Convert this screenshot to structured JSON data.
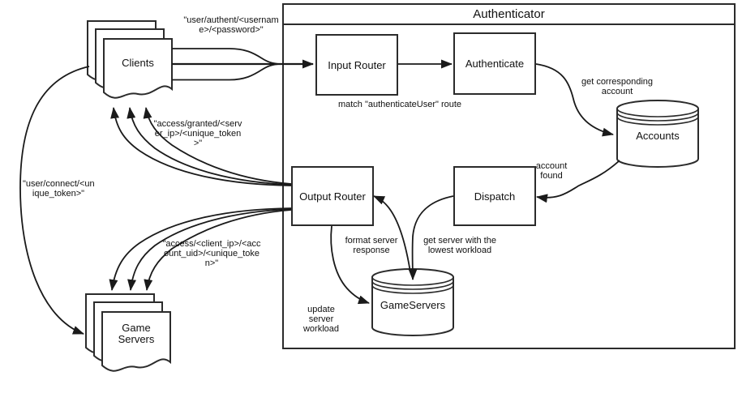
{
  "title": "Authenticator",
  "nodes": {
    "clients": {
      "label": "Clients"
    },
    "game_servers": {
      "lines": [
        "Game",
        "Servers"
      ]
    },
    "input_router": {
      "label": "Input Router"
    },
    "authenticate": {
      "label": "Authenticate"
    },
    "accounts": {
      "label": "Accounts"
    },
    "output_router": {
      "label": "Output Router"
    },
    "dispatch": {
      "label": "Dispatch"
    },
    "gameservers_db": {
      "label": "GameServers"
    }
  },
  "edge_labels": {
    "user_authent": {
      "lines": [
        "\"user/authent/<usernam",
        "e>/<password>\""
      ]
    },
    "access_granted": {
      "lines": [
        "\"access/granted/<serv",
        "er_ip>/<unique_token",
        ">\""
      ]
    },
    "user_connect": {
      "lines": [
        "\"user/connect/<un",
        "ique_token>\""
      ]
    },
    "access_client": {
      "lines": [
        "\"access/<client_ip>/<acc",
        "ount_uid>/<unique_toke",
        "n>\""
      ]
    },
    "match_route": {
      "text": "match \"authenticateUser\" route"
    },
    "get_account": {
      "lines": [
        "get corresponding",
        "account"
      ]
    },
    "account_found": {
      "lines": [
        "account",
        "found"
      ]
    },
    "format_response": {
      "lines": [
        "format server",
        "response"
      ]
    },
    "get_server": {
      "lines": [
        "get server with the",
        "lowest workload"
      ]
    },
    "update_workload": {
      "lines": [
        "update",
        "server",
        "workload"
      ]
    }
  },
  "colors": {
    "background": "#ffffff",
    "line": "#1a1a1a",
    "box_border": "#2b2b2b",
    "text": "#111111"
  }
}
